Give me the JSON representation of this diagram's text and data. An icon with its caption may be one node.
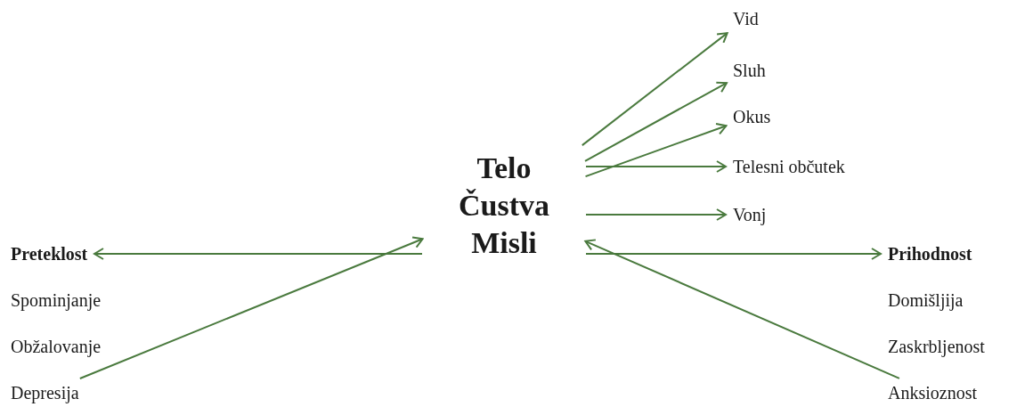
{
  "diagram": {
    "nodes": [
      {
        "text": [
          "Telo",
          "Čustva",
          "Misli"
        ]
      },
      {
        "text": [
          "Vid"
        ]
      },
      {
        "text": [
          "Sluh"
        ]
      },
      {
        "text": [
          "Okus"
        ]
      },
      {
        "text": [
          "Telesni občutek"
        ]
      },
      {
        "text": [
          "Vonj"
        ]
      },
      {
        "text": [
          "Preteklost"
        ]
      },
      {
        "text": [
          "Depresija"
        ]
      },
      {
        "text": [
          "Prihodnost"
        ]
      },
      {
        "text": [
          "Anksioznost"
        ]
      }
    ],
    "edges": [
      {
        "from": 0,
        "to": 1,
        "arrow": "to"
      },
      {
        "from": 0,
        "to": 2,
        "arrow": "to"
      },
      {
        "from": 0,
        "to": 3,
        "arrow": "to"
      },
      {
        "from": 0,
        "to": 4,
        "arrow": "to"
      },
      {
        "from": 0,
        "to": 5,
        "arrow": "to"
      },
      {
        "from": 0,
        "to": 6,
        "arrow": "to"
      },
      {
        "from": 0,
        "to": 8,
        "arrow": "to"
      },
      {
        "from": 7,
        "to": 0,
        "arrow": "to"
      },
      {
        "from": 9,
        "to": 0,
        "arrow": "to"
      }
    ],
    "labels": [
      "Spominjanje",
      "Obžalovanje",
      "Domišljija",
      "Zaskrbljenost"
    ]
  }
}
